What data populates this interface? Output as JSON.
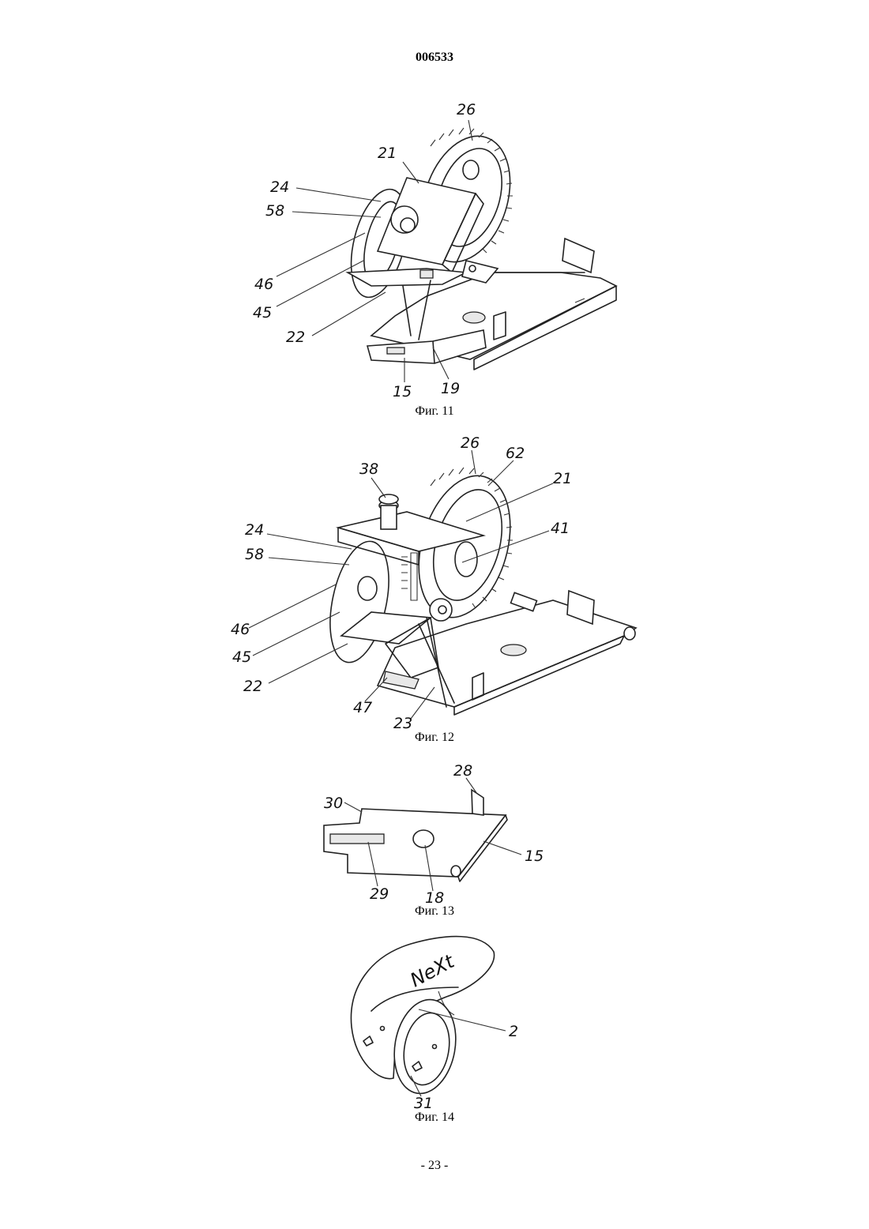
{
  "page": {
    "header": "006533",
    "footer": "- 23 -"
  },
  "figures": [
    {
      "caption": "Фиг. 11",
      "labels": [
        "26",
        "21",
        "24",
        "58",
        "46",
        "45",
        "22",
        "15",
        "19"
      ]
    },
    {
      "caption": "Фиг. 12",
      "labels": [
        "26",
        "62",
        "38",
        "21",
        "41",
        "24",
        "58",
        "46",
        "45",
        "22",
        "47",
        "23"
      ]
    },
    {
      "caption": "Фиг. 13",
      "labels": [
        "28",
        "30",
        "15",
        "29",
        "18"
      ]
    },
    {
      "caption": "Фиг. 14",
      "labels": [
        "2",
        "31"
      ],
      "embossed_text": "NeXt"
    }
  ]
}
